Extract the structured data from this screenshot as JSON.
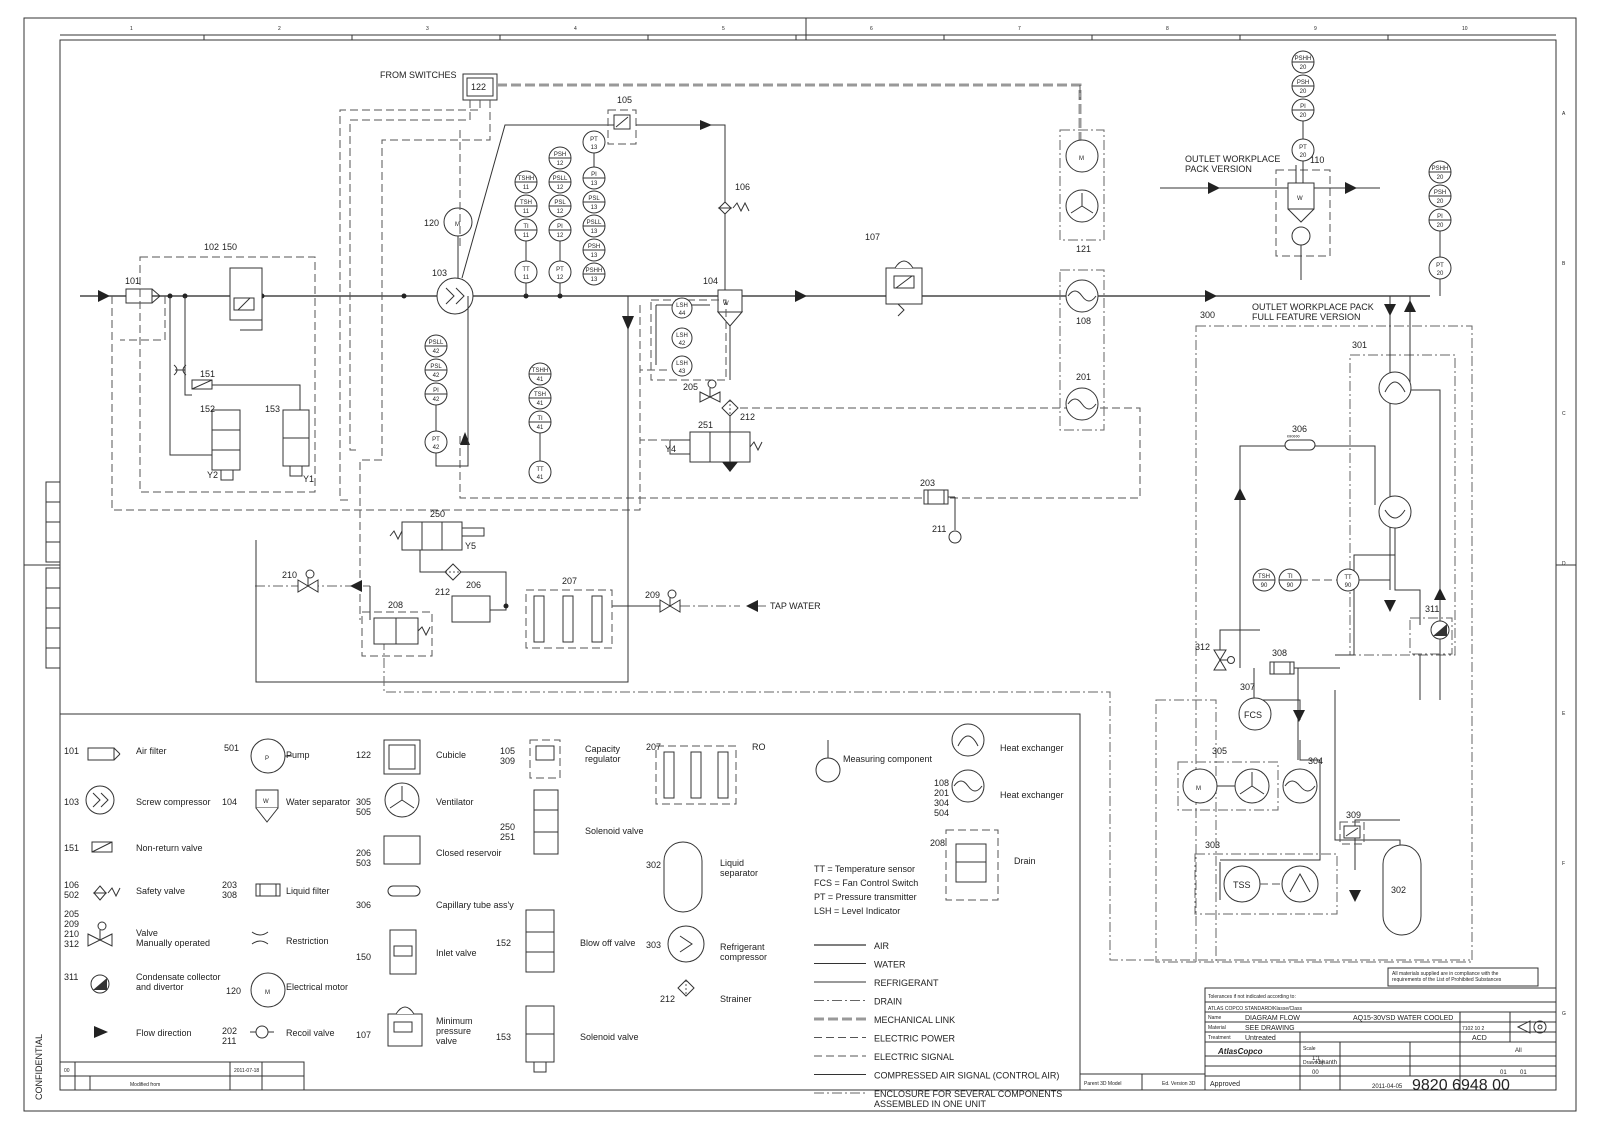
{
  "drawing": {
    "from_switches": "FROM SWITCHES",
    "tap_water": "TAP WATER",
    "outlet_pack": "OUTLET WORKPLACE\nPACK VERSION",
    "outlet_full": "OUTLET WORKPLACE PACK\nFULL FEATURE VERSION",
    "confidential": "CONFIDENTIAL",
    "columns": [
      "1",
      "2",
      "3",
      "4",
      "5",
      "6",
      "7",
      "8",
      "9",
      "10"
    ],
    "rows": [
      "A",
      "B",
      "C",
      "D",
      "E",
      "F",
      "G"
    ]
  },
  "components": {
    "c101": "101",
    "c102": "102",
    "c103": "103",
    "c104": "104",
    "c105": "105",
    "c106": "106",
    "c107": "107",
    "c108": "108",
    "c110": "110",
    "c120": "120",
    "c121": "121",
    "c122": "122",
    "c150": "150",
    "c151": "151",
    "c152": "152",
    "c153": "153",
    "c201": "201",
    "c203": "203",
    "c205": "205",
    "c206": "206",
    "c207": "207",
    "c208": "208",
    "c209": "209",
    "c210": "210",
    "c211": "211",
    "c212a": "212",
    "c212b": "212",
    "c250": "250",
    "c251": "251",
    "c300": "300",
    "c301": "301",
    "c303": "303",
    "c304": "304",
    "c305": "305",
    "c306": "306",
    "c307": "307",
    "c308": "308",
    "c309": "309",
    "c311": "311",
    "c312": "312",
    "y1": "Y1",
    "y2": "Y2",
    "y4": "Y4",
    "y5": "Y5",
    "m": "M",
    "fcs": "FCS",
    "tss": "TSS",
    "c302_in": "302"
  },
  "instruments": {
    "tshh11": [
      "TSHH",
      "11"
    ],
    "tsh11": [
      "TSH",
      "11"
    ],
    "ti11": [
      "TI",
      "11"
    ],
    "tt11": [
      "TT",
      "11"
    ],
    "psh12": [
      "PSH",
      "12"
    ],
    "psll12": [
      "PSLL",
      "12"
    ],
    "psl12": [
      "PSL",
      "12"
    ],
    "pi12": [
      "PI",
      "12"
    ],
    "pt12": [
      "PT",
      "12"
    ],
    "pt13": [
      "PT",
      "13"
    ],
    "pi13": [
      "PI",
      "13"
    ],
    "psl13": [
      "PSL",
      "13"
    ],
    "psll13": [
      "PSLL",
      "13"
    ],
    "psh13": [
      "PSH",
      "13"
    ],
    "pshh13": [
      "PSHH",
      "13"
    ],
    "psll42": [
      "PSLL",
      "42"
    ],
    "psl42": [
      "PSL",
      "42"
    ],
    "pi42": [
      "PI",
      "42"
    ],
    "pt42": [
      "PT",
      "42"
    ],
    "tshh41": [
      "TSHH",
      "41"
    ],
    "tsh41": [
      "TSH",
      "41"
    ],
    "ti41": [
      "TI",
      "41"
    ],
    "tt41": [
      "TT",
      "41"
    ],
    "lsh44": [
      "LSH",
      "44"
    ],
    "lsh42": [
      "LSH",
      "42"
    ],
    "lsh43": [
      "LSH",
      "43"
    ],
    "pshh20a": [
      "PSHH",
      "20"
    ],
    "psh20a": [
      "PSH",
      "20"
    ],
    "pi20a": [
      "PI",
      "20"
    ],
    "pt20a": [
      "PT",
      "20"
    ],
    "pshh20b": [
      "PSHH",
      "20"
    ],
    "psh20b": [
      "PSH",
      "20"
    ],
    "pi20b": [
      "PI",
      "20"
    ],
    "pt20b": [
      "PT",
      "20"
    ],
    "tsh90": [
      "TSH",
      "90"
    ],
    "ti90": [
      "TI",
      "90"
    ],
    "tt90": [
      "TT",
      "90"
    ]
  },
  "legend": {
    "items": [
      {
        "code": "101",
        "text": "Air filter"
      },
      {
        "code": "103",
        "text": "Screw compressor"
      },
      {
        "code": "151",
        "text": "Non-return valve"
      },
      {
        "code": "106\n502",
        "text": "Safety valve"
      },
      {
        "code": "205\n209\n210\n312",
        "text": "Valve\nManually operated"
      },
      {
        "code": "311",
        "text": "Condensate collector\nand divertor"
      },
      {
        "code": "",
        "text": "Flow direction"
      },
      {
        "code": "501",
        "text": "Pump"
      },
      {
        "code": "104",
        "text": "Water separator"
      },
      {
        "code": "203\n308",
        "text": "Liquid filter"
      },
      {
        "code": "",
        "text": "Restriction"
      },
      {
        "code": "120",
        "text": "Electrical motor"
      },
      {
        "code": "202\n211",
        "text": "Recoil valve"
      },
      {
        "code": "122",
        "text": "Cubicle"
      },
      {
        "code": "305\n505",
        "text": "Ventilator"
      },
      {
        "code": "206\n503",
        "text": "Closed reservoir"
      },
      {
        "code": "306",
        "text": "Capillary tube ass'y"
      },
      {
        "code": "150",
        "text": "Inlet valve"
      },
      {
        "code": "107",
        "text": "Minimum\npressure\nvalve"
      },
      {
        "code": "105\n309",
        "text": "Capacity\nregulator"
      },
      {
        "code": "250\n251",
        "text": "Solenoid valve"
      },
      {
        "code": "152",
        "text": "Blow off valve"
      },
      {
        "code": "153",
        "text": "Solenoid valve"
      },
      {
        "code": "207",
        "text": "RO"
      },
      {
        "code": "302",
        "text": "Liquid\nseparator"
      },
      {
        "code": "303",
        "text": "Refrigerant\ncompressor"
      },
      {
        "code": "212",
        "text": "Strainer"
      },
      {
        "code": "",
        "text": "Measuring component"
      },
      {
        "code": "",
        "text": "Heat exchanger"
      },
      {
        "code": "108\n201\n304\n504",
        "text": "Heat exchanger"
      },
      {
        "code": "208",
        "text": "Drain"
      }
    ],
    "abbrev": [
      "TT   = Temperature sensor",
      "FCS  = Fan Control Switch",
      "PT   = Pressure transmitter",
      "LSH  = Level Indicator"
    ],
    "lines": [
      "AIR",
      "WATER",
      "REFRIGERANT",
      "DRAIN",
      "MECHANICAL LINK",
      "ELECTRIC POWER",
      "ELECTRIC SIGNAL",
      "COMPRESSED AIR SIGNAL (CONTROL AIR)",
      "ENCLOSURE FOR SEVERAL COMPONENTS\nASSEMBLED IN ONE UNIT"
    ]
  },
  "title_block": {
    "compliance": "All materials supplied are in compliance with the\nrequirements of the List of Prohibited Substances",
    "tolerances": "Tolerances if not indicated according to:",
    "standard": "ATLAS COPCO STANDARD/Klasse/Class",
    "name_label": "Name",
    "name": "DIAGRAM FLOW",
    "product": "AQ15-30VSD WATER COOLED",
    "material_label": "Material",
    "material": "SEE DRAWING",
    "treatment_label": "Treatment",
    "treatment": "Untreated",
    "scale_label": "Scale",
    "scale": "1:1",
    "drawn_label": "Drawn by",
    "drawn": "kshanth",
    "version": "00",
    "approved": "Approved",
    "company": "ACD",
    "drawing_owner": "All",
    "sheet": "01",
    "sheets": "01",
    "date": "2011-04-05",
    "designation": "9820 6948 00",
    "mod_date": "2011-07-18",
    "mod_version": "00",
    "modified_from": "Modified from",
    "parent": "Parent 3D Model",
    "ed_version": "Ed. Version 3D",
    "brand": "AtlasCopco",
    "revision": "7102 10  2"
  }
}
